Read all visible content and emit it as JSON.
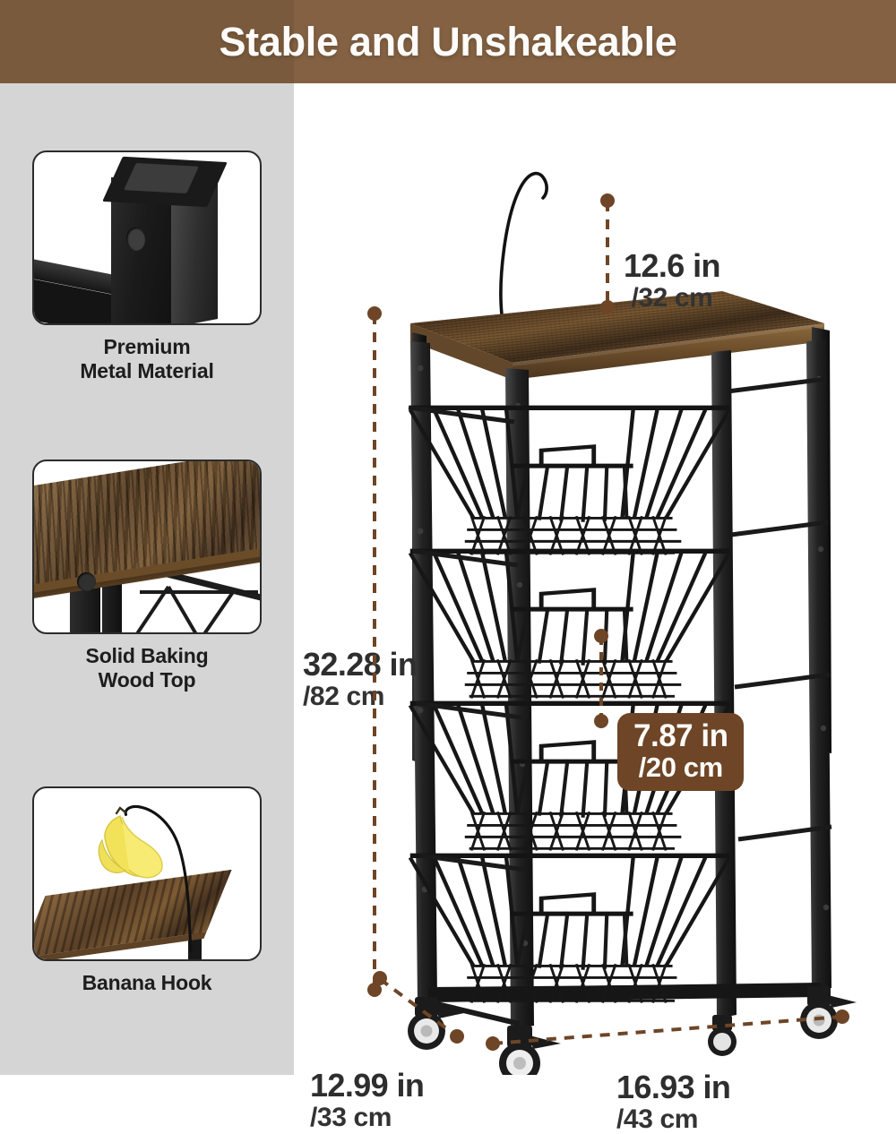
{
  "banner": {
    "title": "Stable and Unshakeable",
    "bg_color": "#836142",
    "bg_color_left": "#7a5a3c",
    "text_color": "#fdfcfa"
  },
  "sidebar": {
    "bg_color": "#d5d5d5",
    "features": [
      {
        "id": "premium-metal-material",
        "label": "Premium\nMetal Material",
        "label_line1": "Premium",
        "label_line2": "Metal Material",
        "image_alt": "black square metal tube with screw hole"
      },
      {
        "id": "solid-baking-wood-top",
        "label": "Solid Baking\nWood Top",
        "label_line1": "Solid Baking",
        "label_line2": "Wood Top",
        "image_alt": "rustic brown wood top corner on black metal frame"
      },
      {
        "id": "banana-hook",
        "label": "Banana Hook",
        "label_line1": "Banana Hook",
        "label_line2": "",
        "image_alt": "bunch of bananas hanging from curved black wire hook above wood shelf"
      }
    ]
  },
  "product": {
    "name_alt": "4-tier rolling fruit basket cart with rustic wood top, black metal frame, wire baskets, casters and banana hook",
    "wood_color": "#6b4c28",
    "metal_color": "#1a1a1a"
  },
  "dimensions": {
    "accent_color": "#6e4526",
    "hook_height": {
      "inch": "12.6 in",
      "cm": "/32 cm"
    },
    "total_height": {
      "inch": "32.28 in",
      "cm": "/82 cm"
    },
    "basket_gap": {
      "inch": "7.87 in",
      "cm": "/20 cm",
      "highlight": true,
      "badge_color": "#6e4526"
    },
    "depth": {
      "inch": "12.99 in",
      "cm": "/33 cm"
    },
    "width": {
      "inch": "16.93 in",
      "cm": "/43 cm"
    }
  }
}
